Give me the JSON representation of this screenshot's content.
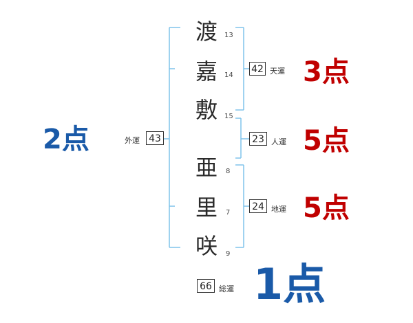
{
  "characters": [
    {
      "char": "渡",
      "strokes": "13"
    },
    {
      "char": "嘉",
      "strokes": "14"
    },
    {
      "char": "敷",
      "strokes": "15"
    },
    {
      "char": "亜",
      "strokes": "8"
    },
    {
      "char": "里",
      "strokes": "7"
    },
    {
      "char": "咲",
      "strokes": "9"
    }
  ],
  "fortunes": {
    "tenun": {
      "label": "天運",
      "value": "42",
      "score": "3点"
    },
    "jinun": {
      "label": "人運",
      "value": "23",
      "score": "5点"
    },
    "chiun": {
      "label": "地運",
      "value": "24",
      "score": "5点"
    },
    "gaiun": {
      "label": "外運",
      "value": "43",
      "score": "2点"
    },
    "souun": {
      "label": "総運",
      "value": "66",
      "score": "1点"
    }
  },
  "colors": {
    "bracket": "#7fc3ea",
    "score_red": "#c00000",
    "score_blue": "#1a5aa8"
  }
}
